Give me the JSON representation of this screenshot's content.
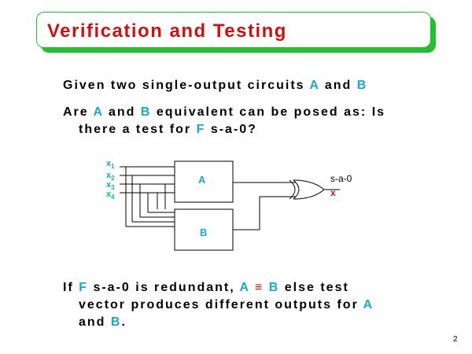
{
  "slide": {
    "title": "Verification and Testing",
    "line1": {
      "t1": "Given two single-output circuits ",
      "a": "A",
      "t2": " and ",
      "b": "B"
    },
    "line2": {
      "t1": "Are ",
      "a": "A",
      "t2": " and ",
      "b": "B",
      "t3": " equivalent can be posed as:  Is"
    },
    "line3": {
      "t1": "there a test for ",
      "f": "F",
      "t2": " s-a-0?"
    },
    "line4": {
      "t1": "If  ",
      "f": "F",
      "t2": " s-a-0 is redundant, ",
      "a": "A",
      "eq": " ≡ ",
      "b": "B",
      "t3": " else test"
    },
    "line5": {
      "t1": "vector produces different outputs for ",
      "a": "A"
    },
    "line6": {
      "t1": "and ",
      "b": "B",
      "t2": "."
    },
    "page_number": "2"
  },
  "circuit": {
    "inputs": [
      "x",
      "x",
      "x",
      "x"
    ],
    "input_subscripts": [
      "1",
      "2",
      "3",
      "4"
    ],
    "block_a_label": "A",
    "block_b_label": "B",
    "fault_label": "s-a-0",
    "fault_marker": "x"
  },
  "colors": {
    "title": "#cc1111",
    "highlight": "#18a8cc",
    "title_border": "#22c02e"
  }
}
